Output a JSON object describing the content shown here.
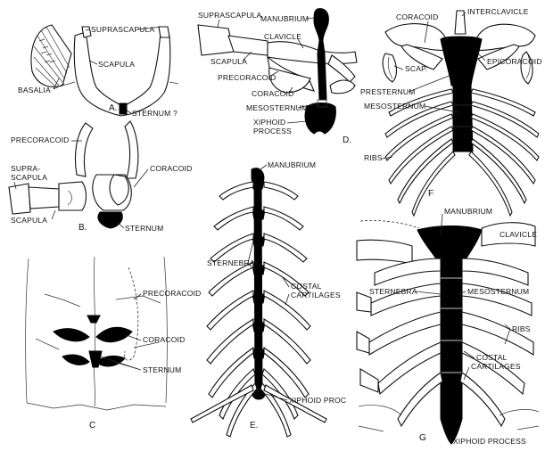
{
  "panels": {
    "A": {
      "letter": "A.",
      "labels": {
        "suprascapula": "SUPRASCAPULA",
        "scapula": "SCAPULA",
        "basalia": "BASALIA",
        "sternum": "STERNUM ?"
      }
    },
    "B": {
      "letter": "B.",
      "labels": {
        "precoracoid": "PRECORACOID",
        "suprascapula_1": "SUPRA-",
        "suprascapula_2": "SCAPULA",
        "coracoid": "CORACOID",
        "scapula": "SCAPULA",
        "sternum": "STERNUM"
      }
    },
    "C": {
      "letter": "C",
      "labels": {
        "precoracoid": "PRECORACOID",
        "coracoid": "CORACOID",
        "sternum": "STERNUM"
      }
    },
    "D": {
      "letter": "D.",
      "labels": {
        "suprascapula": "SUPRASCAPULA",
        "manubrium": "MANUBRIUM",
        "clavicle": "CLAVICLE",
        "scapula": "SCAPULA",
        "precoracoid": "PRECORACOID",
        "coracoid": "CORACOID",
        "mesosternum": "MESOSTERNUM",
        "xiphoid_1": "XIPHOID",
        "xiphoid_2": "PROCESS"
      }
    },
    "E": {
      "letter": "E.",
      "labels": {
        "manubrium": "MANUBRIUM",
        "sternebrae": "STERNEBRAE",
        "costal_1": "COSTAL",
        "costal_2": "CARTILAGES",
        "xiphoid": "XIPHOID PROC"
      }
    },
    "F": {
      "letter": "F",
      "labels": {
        "coracoid": "CORACOID",
        "interclavicle": "INTERCLAVICLE",
        "scap": "SCAP.",
        "epicoracoid": "EPICORACOID",
        "presternum": "PRESTERNUM",
        "mesosternum": "MESOSTERNUM",
        "ribs": "RIBS"
      }
    },
    "G": {
      "letter": "G",
      "labels": {
        "manubrium": "MANUBRIUM",
        "clavicle": "CLAVICLE",
        "sternebra": "STERNEBRA",
        "mesosternum": "MESOSTERNUM",
        "ribs": "RIBS",
        "costal_1": "COSTAL",
        "costal_2": "CARTILAGES",
        "xiphoid": "XIPHOID PROCESS"
      }
    }
  }
}
